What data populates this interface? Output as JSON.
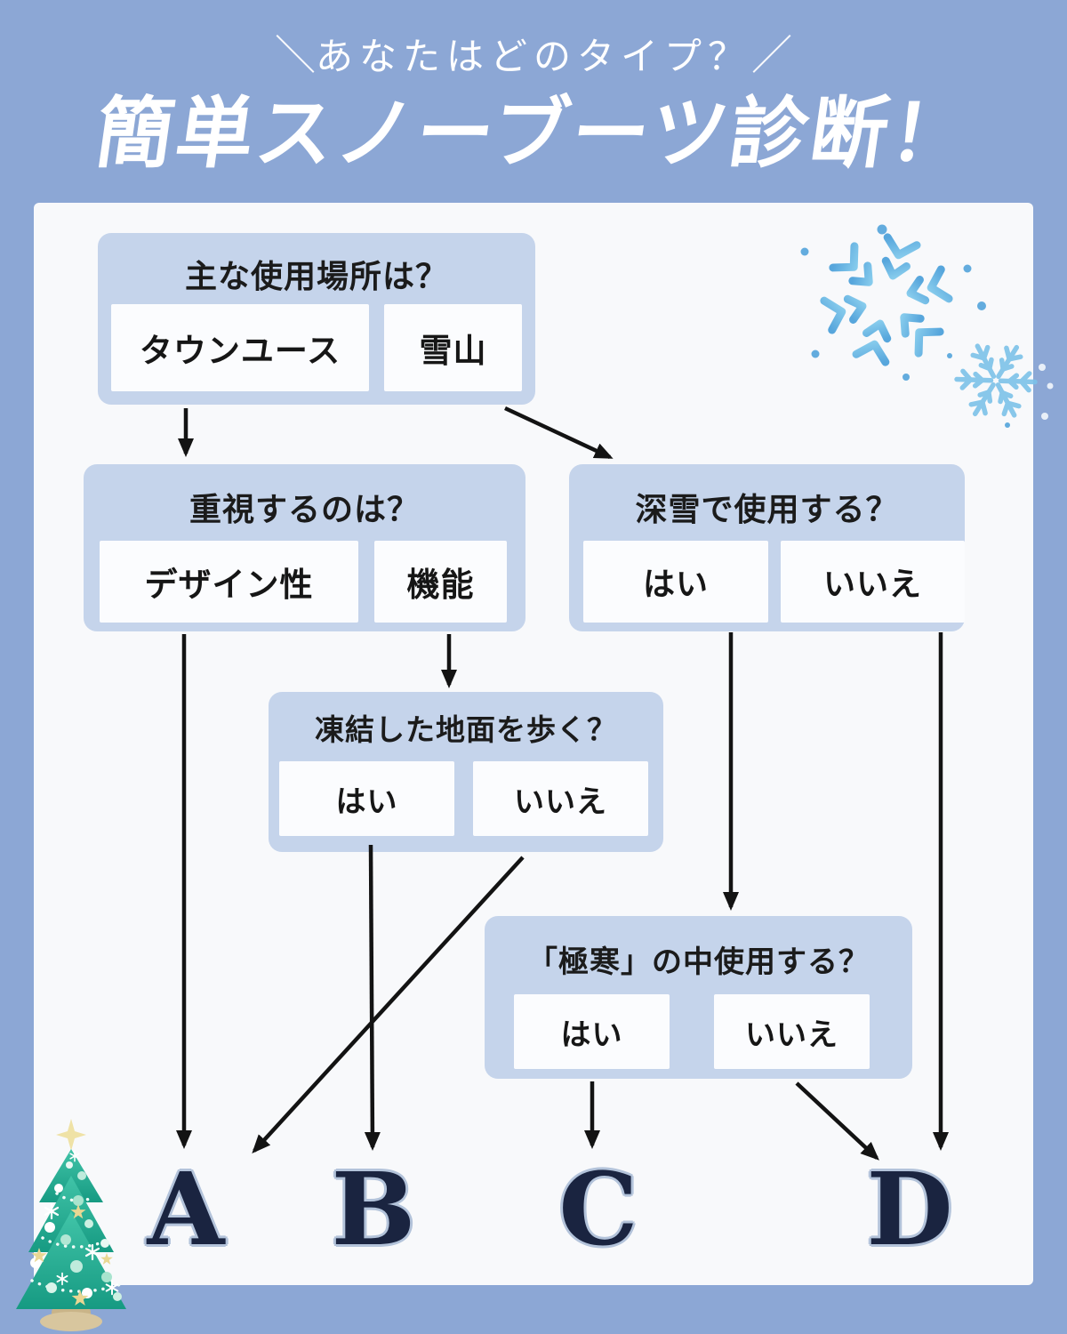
{
  "header": {
    "decor_left": "＼",
    "subtitle": "あなたはどのタイプ？",
    "decor_right": "／",
    "title": "簡単スノーブーツ診断！"
  },
  "flow": {
    "nodes": [
      {
        "id": "q1",
        "question": "主な使用場所は？",
        "options": [
          "タウンユース",
          "雪山"
        ]
      },
      {
        "id": "q2",
        "question": "重視するのは？",
        "options": [
          "デザイン性",
          "機能"
        ]
      },
      {
        "id": "q3",
        "question": "深雪で使用する？",
        "options": [
          "はい",
          "いいえ"
        ]
      },
      {
        "id": "q4",
        "question": "凍結した地面を歩く？",
        "options": [
          "はい",
          "いいえ"
        ]
      },
      {
        "id": "q5",
        "question": "「極寒」の中使用する？",
        "options": [
          "はい",
          "いいえ"
        ]
      }
    ],
    "edges": [
      {
        "from": "主な使用場所は？",
        "option": "タウンユース",
        "to": "重視するのは？"
      },
      {
        "from": "主な使用場所は？",
        "option": "雪山",
        "to": "深雪で使用する？"
      },
      {
        "from": "重視するのは？",
        "option": "デザイン性",
        "to": "A"
      },
      {
        "from": "重視するのは？",
        "option": "機能",
        "to": "凍結した地面を歩く？"
      },
      {
        "from": "凍結した地面を歩く？",
        "option": "はい",
        "to": "B"
      },
      {
        "from": "凍結した地面を歩く？",
        "option": "いいえ",
        "to": "A"
      },
      {
        "from": "深雪で使用する？",
        "option": "はい",
        "to": "「極寒」の中使用する？"
      },
      {
        "from": "深雪で使用する？",
        "option": "いいえ",
        "to": "D"
      },
      {
        "from": "「極寒」の中使用する？",
        "option": "はい",
        "to": "C"
      },
      {
        "from": "「極寒」の中使用する？",
        "option": "いいえ",
        "to": "D"
      }
    ],
    "results": [
      "A",
      "B",
      "C",
      "D"
    ]
  },
  "decorations": {
    "snowflakes": 2,
    "christmas_tree": 1
  },
  "colors": {
    "background": "#8CA7D5",
    "canvas": "#F8F9FB",
    "node_fill": "#C5D4EB",
    "option_fill": "#FBFCFE",
    "arrow": "#131313",
    "letter": "#1A2440",
    "letter_outline": "#B3C3DA",
    "snowflake": "#63ACDE",
    "tree_green": "#2FB59C",
    "title_text": "#FFFFFF"
  }
}
